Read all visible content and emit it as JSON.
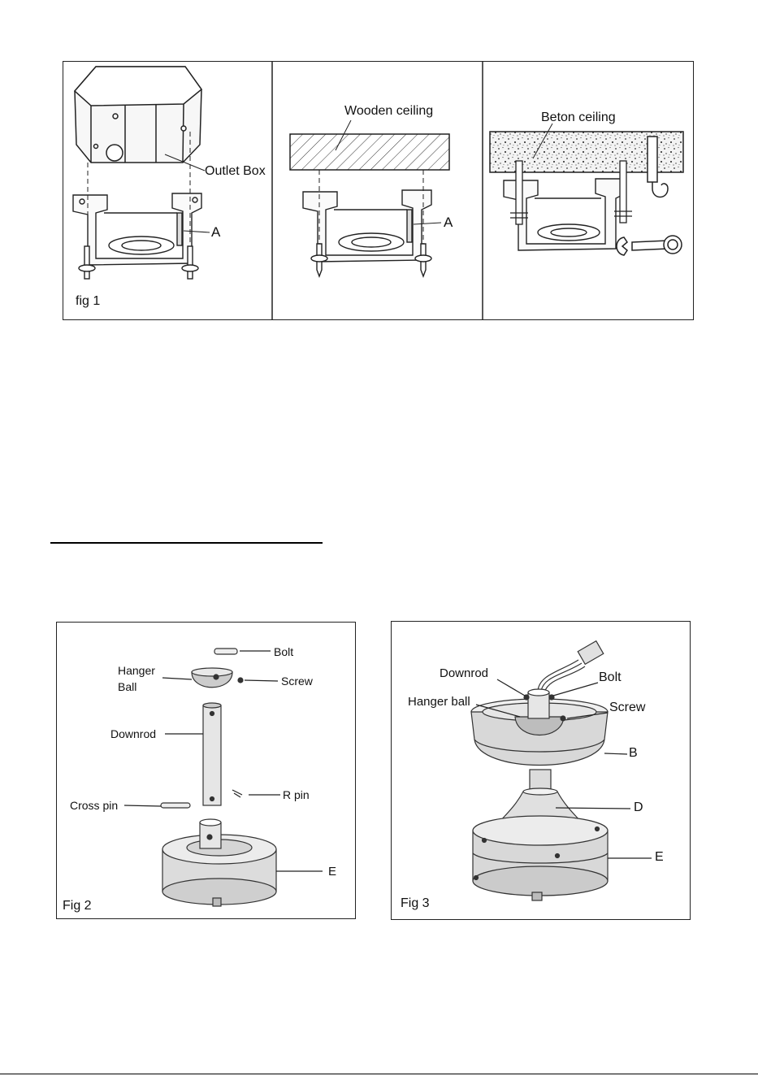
{
  "fig1": {
    "caption": "fig 1",
    "panel1": {
      "outlet_box": "Outlet Box",
      "bracket": "A"
    },
    "panel2": {
      "ceiling": "Wooden ceiling",
      "bracket": "A"
    },
    "panel3": {
      "ceiling": "Beton ceiling"
    }
  },
  "fig2": {
    "caption": "Fig 2",
    "bolt": "Bolt",
    "hanger_ball_line1": "Hanger",
    "hanger_ball_line2": "Ball",
    "screw": "Screw",
    "downrod": "Downrod",
    "cross_pin": "Cross pin",
    "r_pin": "R pin",
    "motor": "E"
  },
  "fig3": {
    "caption": "Fig 3",
    "downrod": "Downrod",
    "bolt": "Bolt",
    "hanger_ball": "Hanger ball",
    "screw": "Screw",
    "canopy": "B",
    "coupling": "D",
    "motor": "E"
  }
}
